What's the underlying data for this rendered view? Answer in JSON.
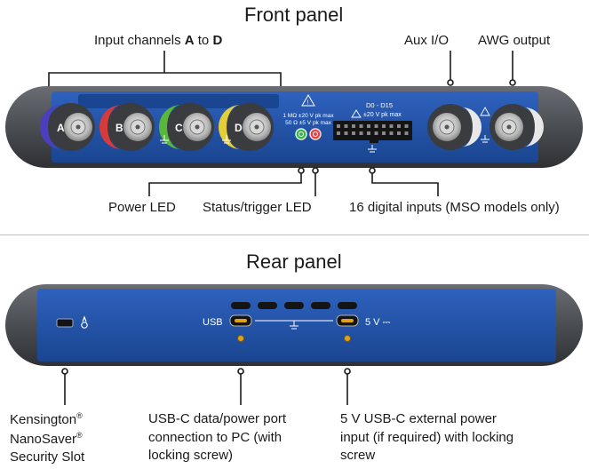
{
  "front": {
    "title": "Front panel",
    "input_channels": {
      "prefix": "Input channels ",
      "a": "A",
      "to": " to ",
      "d": "D"
    },
    "aux_io": "Aux I/O",
    "awg_output": "AWG output",
    "power_led": "Power LED",
    "status_led": "Status/trigger LED",
    "digital_inputs": "16 digital inputs (MSO models only)",
    "channels": [
      "A",
      "B",
      "C",
      "D"
    ],
    "channel_colors": [
      "#4b3fbf",
      "#d63b3b",
      "#59b83b",
      "#e2cf3a"
    ],
    "spec_line1": "1 MΩ ±20 V pk max",
    "spec_line2": "50 Ω ±5 V pk max",
    "digital_header": "D0 - D15",
    "digital_spec": "±20 V pk max"
  },
  "rear": {
    "title": "Rear panel",
    "usb_label": "USB",
    "power_label": "5 V ⎓",
    "kensington": {
      "line1": "Kensington",
      "line2": "NanoSaver",
      "line3": "Security Slot",
      "reg": "®"
    },
    "usb_port": {
      "line1": "USB-C data/power port",
      "line2": "connection to PC (with",
      "line3": "locking screw)"
    },
    "ext_power": {
      "line1": "5 V USB-C external power",
      "line2": "input (if required) with locking",
      "line3": "screw"
    }
  },
  "colors": {
    "panel_blue": "#1f4fa0",
    "panel_blue_light": "#2e63bd",
    "bumper": "#5a5d63",
    "bumper_dark": "#3b3d42",
    "led_green": "#38b24a",
    "led_red": "#e04545"
  }
}
